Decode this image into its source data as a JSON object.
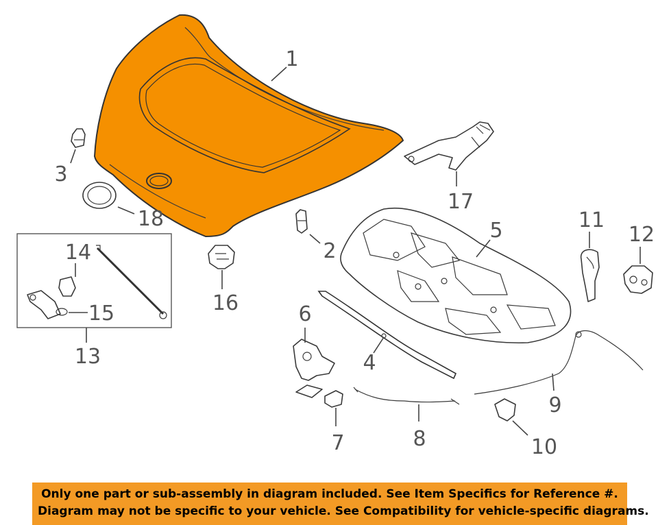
{
  "diagram": {
    "accent_color": "#f39a25",
    "highlight_color": "#f59000",
    "callouts": [
      {
        "id": "1",
        "label": "1"
      },
      {
        "id": "2",
        "label": "2"
      },
      {
        "id": "3",
        "label": "3"
      },
      {
        "id": "4",
        "label": "4"
      },
      {
        "id": "5",
        "label": "5"
      },
      {
        "id": "6",
        "label": "6"
      },
      {
        "id": "7",
        "label": "7"
      },
      {
        "id": "8",
        "label": "8"
      },
      {
        "id": "9",
        "label": "9"
      },
      {
        "id": "10",
        "label": "10"
      },
      {
        "id": "11",
        "label": "11"
      },
      {
        "id": "12",
        "label": "12"
      },
      {
        "id": "13",
        "label": "13"
      },
      {
        "id": "14",
        "label": "14"
      },
      {
        "id": "15",
        "label": "15"
      },
      {
        "id": "16",
        "label": "16"
      },
      {
        "id": "17",
        "label": "17"
      },
      {
        "id": "18",
        "label": "18"
      }
    ]
  },
  "banner": {
    "line1": "Only one part or sub-assembly in diagram included. See Item Specifics for Reference #.",
    "line2": "Diagram may not be specific to your vehicle. See Compatibility for vehicle-specific diagrams."
  }
}
